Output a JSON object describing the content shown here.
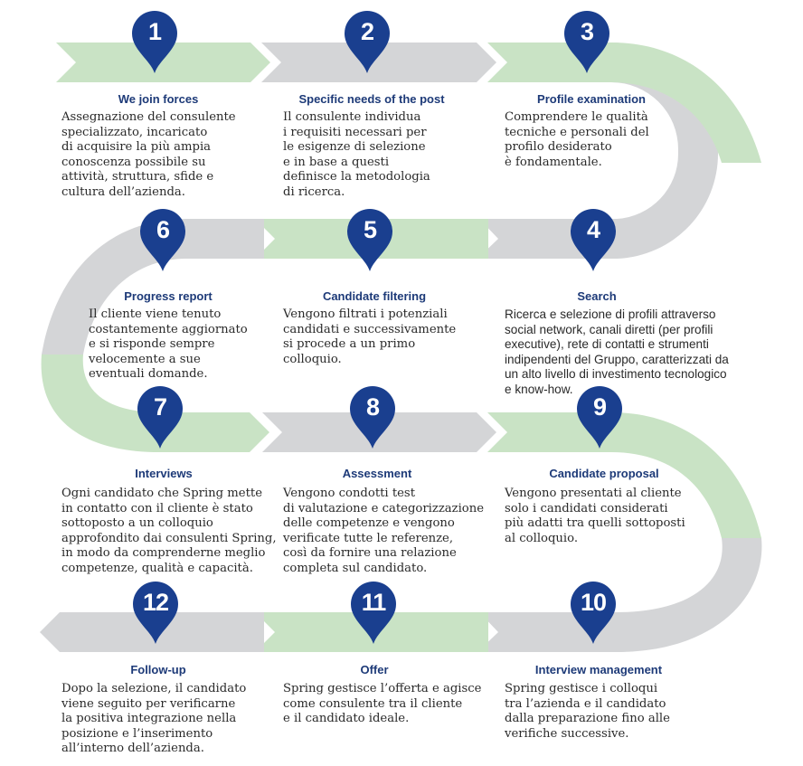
{
  "colors": {
    "green": "#c9e3c5",
    "gray": "#d4d5d7",
    "pin": "#1a3f8f",
    "title": "#1d3a78"
  },
  "steps": [
    {
      "num": "1",
      "title": "We join forces",
      "desc": "Assegnazione del consulente\nspecializzato, incaricato\ndi acquisire la più ampia\nconoscenza possibile su\nattività, struttura, sfide e\ncultura dell’azienda."
    },
    {
      "num": "2",
      "title": "Specific needs of the post",
      "desc": "Il consulente individua\ni requisiti necessari per\nle esigenze di selezione\ne in base a questi\ndefinisce la metodologia\ndi ricerca."
    },
    {
      "num": "3",
      "title": "Profile examination",
      "desc": "Comprendere le qualità\ntecniche e personali del\nprofilo desiderato\nè fondamentale."
    },
    {
      "num": "4",
      "title": "Search",
      "desc": "Ricerca e selezione di profili attraverso\nsocial network, canali diretti (per profili\nexecutive), rete di contatti e strumenti\nindipendenti del Gruppo, caratterizzati da\nun alto livello di investimento tecnologico\ne know-how."
    },
    {
      "num": "5",
      "title": "Candidate filtering",
      "desc": "Vengono filtrati i potenziali\ncandidati e successivamente\nsi procede a un primo\ncolloquio."
    },
    {
      "num": "6",
      "title": "Progress report",
      "desc": "Il cliente viene tenuto\ncostantemente aggiornato\ne si risponde sempre\nvelocemente a sue\neventuali domande."
    },
    {
      "num": "7",
      "title": "Interviews",
      "desc": "Ogni candidato che Spring mette\nin contatto con il cliente è stato\nsottoposto a un colloquio\napprofondito dai consulenti Spring,\nin modo da comprenderne meglio\ncompetenze, qualità e capacità."
    },
    {
      "num": "8",
      "title": "Assessment",
      "desc": "Vengono condotti test\ndi valutazione e categorizzazione\ndelle competenze e vengono\nverificate tutte le referenze,\ncosì da fornire una relazione\ncompleta sul candidato."
    },
    {
      "num": "9",
      "title": "Candidate proposal",
      "desc": "Vengono presentati al cliente\nsolo i candidati considerati\npiù adatti tra quelli sottoposti\nal colloquio."
    },
    {
      "num": "10",
      "title": "Interview management",
      "desc": "Spring gestisce i colloqui\ntra l’azienda e il candidato\ndalla preparazione fino alle\nverifiche successive."
    },
    {
      "num": "11",
      "title": "Offer",
      "desc": "Spring gestisce l’offerta e agisce\ncome consulente tra il cliente\ne il candidato ideale."
    },
    {
      "num": "12",
      "title": "Follow-up",
      "desc": "Dopo la selezione, il candidato\nviene seguito per verificarne\nla positiva integrazione nella\nposizione e l’inserimento\nall’interno dell’azienda."
    }
  ]
}
